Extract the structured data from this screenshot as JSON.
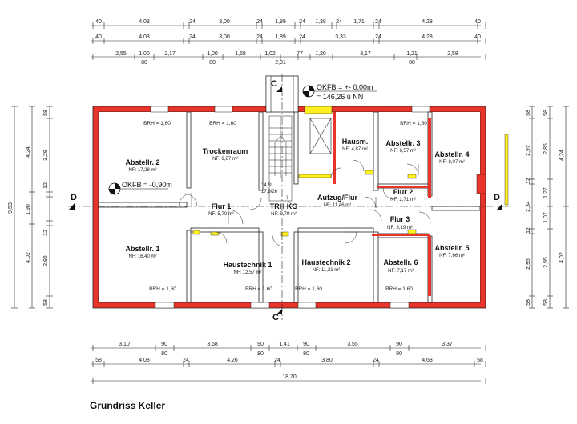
{
  "title": "Grundriss Keller",
  "colors": {
    "wall_outer": "#e8342a",
    "wall_inner": "#e8342a",
    "accent": "#ffee22",
    "line": "#222222"
  },
  "dims_top": {
    "row1": [
      "40",
      "4,08",
      "24",
      "3,00",
      "24",
      "1,89",
      "24",
      "1,38",
      "24",
      "1,71",
      "24",
      "4,28",
      "40"
    ],
    "row2": [
      "40",
      "4,08",
      "24",
      "3,00",
      "24",
      "1,89",
      "24",
      "3,33",
      "24",
      "4,28",
      "40"
    ],
    "row3": [
      "2,55",
      "1,00",
      "2,17",
      "1,00",
      "1,68",
      "1,02",
      "77",
      "1,20",
      "3,17",
      "1,21",
      "2,58"
    ],
    "row3_sub": [
      "80",
      "80",
      "2,01",
      "80"
    ]
  },
  "dims_bottom": {
    "row1": [
      "3,10",
      "90",
      "3,68",
      "90",
      "1,41",
      "90",
      "3,55",
      "90",
      "3,37"
    ],
    "row1_sub": [
      "80",
      "80",
      "80",
      "80"
    ],
    "row2": [
      "58",
      "4,08",
      "24",
      "4,26",
      "24",
      "3,80",
      "24",
      "4,68",
      "58"
    ],
    "total": "18,70"
  },
  "dims_left": {
    "col1": "9,53",
    "col2": [
      "4,24",
      "1,90",
      "4,02"
    ],
    "col3": [
      "58",
      "3,29",
      "12",
      "12",
      "2,96",
      "58"
    ]
  },
  "dims_right": {
    "col1": [
      "58",
      "2,97",
      "12",
      "2,34",
      "12",
      "2,95",
      "58"
    ],
    "col2": [
      "58",
      "2,85",
      "1,27",
      "1,07",
      "2,95",
      "58"
    ],
    "col3": [
      "4,24",
      "4,02"
    ]
  },
  "rooms": [
    {
      "name": "Abstellr. 2",
      "area": "NF: 17,28 m²"
    },
    {
      "name": "Trockenraum",
      "area": "NF: 9,87 m²"
    },
    {
      "name": "Hausm.",
      "area": "NF: 4,87 m²"
    },
    {
      "name": "Abstellr. 3",
      "area": "NF: 6,57 m²"
    },
    {
      "name": "Abstellr. 4",
      "area": "NF: 8,07 m²"
    },
    {
      "name": "Flur 1",
      "area": "NF: 5,70 m²"
    },
    {
      "name": "TRH KG",
      "area": "NF: 9,79 m²"
    },
    {
      "name": "Aufzug/Flur",
      "area": "NF: 11,46 m²"
    },
    {
      "name": "Flur 2",
      "area": "NF: 2,71 m²"
    },
    {
      "name": "Flur 3",
      "area": "NF: 3,19 m²"
    },
    {
      "name": "Abstellr. 1",
      "area": "NF: 16,40 m²"
    },
    {
      "name": "Haustechnik 1",
      "area": "NF: 12,57 m²"
    },
    {
      "name": "Haustechnik 2",
      "area": "NF: 11,21 m²"
    },
    {
      "name": "Abstellr. 6",
      "area": "NF: 7,17 m²"
    },
    {
      "name": "Abstellr. 5",
      "area": "NF: 7,66 m²"
    }
  ],
  "brh": "BRH = 1,60",
  "stair": {
    "steps": "14 St.",
    "ratio": "17,9/26"
  },
  "okfb_top": {
    "line1": "OKFB = +- 0,00m",
    "line2": "= 146,26 ü NN"
  },
  "okfb_left": "OKFB = -0,90m",
  "section_c": "C",
  "section_d": "D"
}
